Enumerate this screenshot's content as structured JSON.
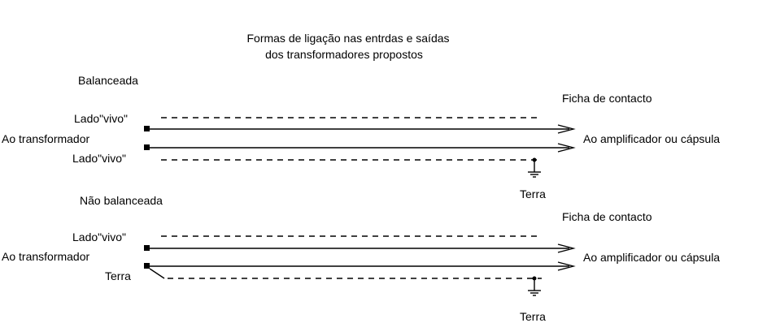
{
  "title": {
    "line1": "Formas de ligação nas entrdas e saídas",
    "line2": "dos transformadores propostos"
  },
  "sections": {
    "balanced": {
      "heading": "Balanceada",
      "top_label": "Lado\"vivo\"",
      "source_label": "Ao transformador",
      "bottom_label": "Lado\"vivo\"",
      "connector_label": "Ficha de contacto",
      "destination_label": "Ao amplificador ou cápsula",
      "ground_label": "Terra"
    },
    "unbalanced": {
      "heading": "Não balanceada",
      "top_label": "Lado\"vivo\"",
      "source_label": "Ao transformador",
      "bottom_label": "Terra",
      "connector_label": "Ficha de contacto",
      "destination_label": "Ao amplificador ou cápsula",
      "ground_label": "Terra"
    }
  },
  "icons": {
    "ground": "ground-symbol-icon",
    "terminal": "terminal-square-icon",
    "arrow": "arrow-head-icon"
  },
  "colors": {
    "line": "#000000",
    "background": "#ffffff"
  }
}
